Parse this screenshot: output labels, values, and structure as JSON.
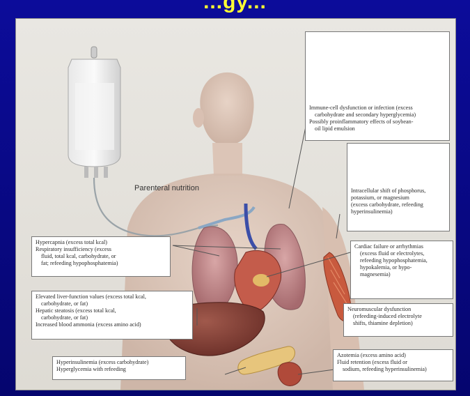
{
  "header": {
    "title": "...gy..."
  },
  "parenteral": {
    "label": "Parenteral nutrition"
  },
  "boxes": {
    "immune": {
      "lines": [
        "Immune-cell dysfunction or infection (excess",
        "carbohydrate and secondary hyperglycemia)",
        "Possibly proinflammatory effects of soybean-",
        "oil lipid emulsion"
      ]
    },
    "intracellular": {
      "lines": [
        "Intracellular shift of phosphorus,",
        "potassium, or magnesium",
        "(excess carbohydrate, refeeding",
        "hyperinsulinemia)"
      ]
    },
    "respiratory": {
      "lines": [
        "Hypercapnia (excess total kcal)",
        "Respiratory insufficiency (excess",
        "fluid, total kcal, carbohydrate, or",
        "fat; refeeding hypophosphatemia)"
      ]
    },
    "cardiac": {
      "lines": [
        "Cardiac failure or arrhythmias",
        "(excess fluid or electrolytes,",
        "refeeding hypophosphatemia,",
        "hypokalemia, or hypo-",
        "magnesemia)"
      ]
    },
    "liver": {
      "lines": [
        "Elevated liver-function values (excess total kcal,",
        "carbohydrate, or fat)",
        "Hepatic steatosis (excess total kcal,",
        "carbohydrate, or fat)",
        "Increased blood ammonia (excess amino acid)"
      ]
    },
    "neuro": {
      "lines": [
        "Neuromuscular dysfunction",
        "(refeeding-induced electrolyte",
        "shifts, thiamine depletion)"
      ]
    },
    "pancreas": {
      "lines": [
        "Hyperinsulinemia (excess carbohydrate)",
        "Hyperglycemia with refeeding"
      ]
    },
    "kidney": {
      "lines": [
        "Azotemia (excess amino acid)",
        "Fluid retention (excess fluid or",
        "sodium, refeeding hyperinsulinemia)"
      ]
    }
  }
}
